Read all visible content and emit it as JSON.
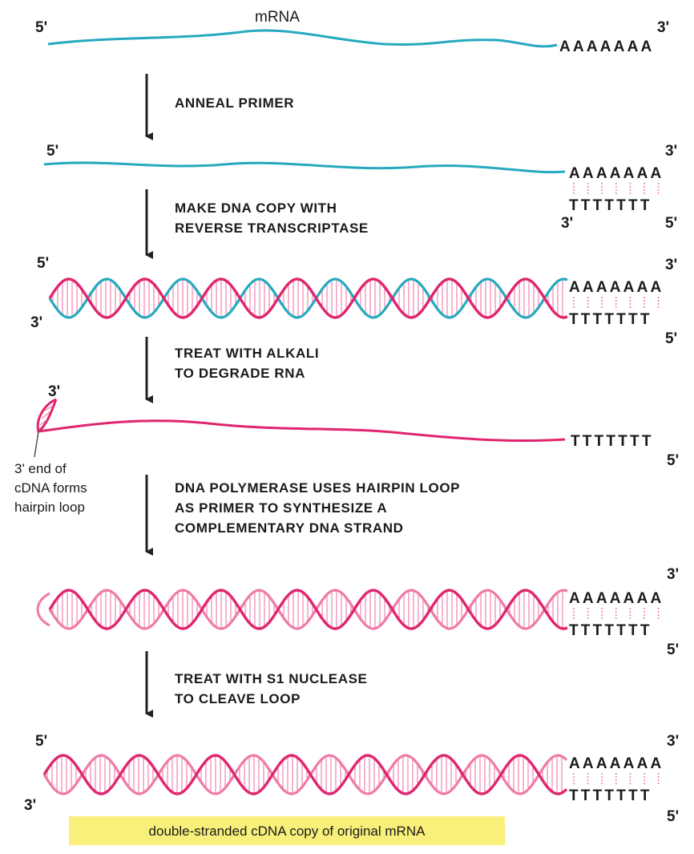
{
  "colors": {
    "mrna": "#26a9bf",
    "cdna": "#e0256f",
    "cdna_light": "#f07aa8",
    "poly_a": "#2aa66a",
    "arrow": "#222222",
    "caption_bg": "#f8f07a"
  },
  "labels": {
    "mrna": "mRNA",
    "five_prime": "5'",
    "three_prime": "3'",
    "poly_a": "AAAAAAA",
    "poly_t": "TTTTTTT"
  },
  "steps": [
    {
      "lines": [
        "ANNEAL PRIMER"
      ]
    },
    {
      "lines": [
        "MAKE DNA COPY WITH",
        "REVERSE TRANSCRIPTASE"
      ]
    },
    {
      "lines": [
        "TREAT WITH ALKALI",
        "TO DEGRADE RNA"
      ]
    },
    {
      "lines": [
        "DNA POLYMERASE USES HAIRPIN LOOP",
        "AS PRIMER TO SYNTHESIZE A",
        "COMPLEMENTARY DNA STRAND"
      ]
    },
    {
      "lines": [
        "TREAT WITH S1 NUCLEASE",
        "TO CLEAVE LOOP"
      ]
    }
  ],
  "hairpin_note": {
    "lines": [
      "3' end of",
      "cDNA forms",
      "hairpin loop"
    ]
  },
  "caption": "double-stranded cDNA copy of original mRNA"
}
